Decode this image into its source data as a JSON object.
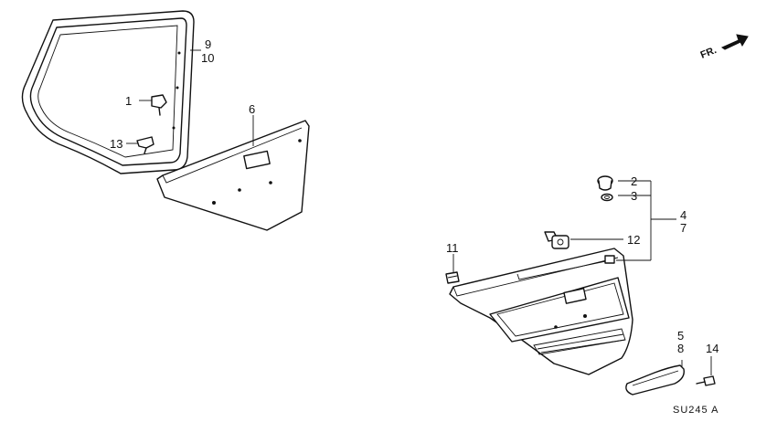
{
  "labels": {
    "p1": "1",
    "p2": "2",
    "p3": "3",
    "p4": "4",
    "p5": "5",
    "p6": "6",
    "p7": "7",
    "p8": "8",
    "p9": "9",
    "p10": "10",
    "p11": "11",
    "p12": "12",
    "p13": "13",
    "p14": "14"
  },
  "direction_label": "FR.",
  "diagram_code": "SU245 A"
}
